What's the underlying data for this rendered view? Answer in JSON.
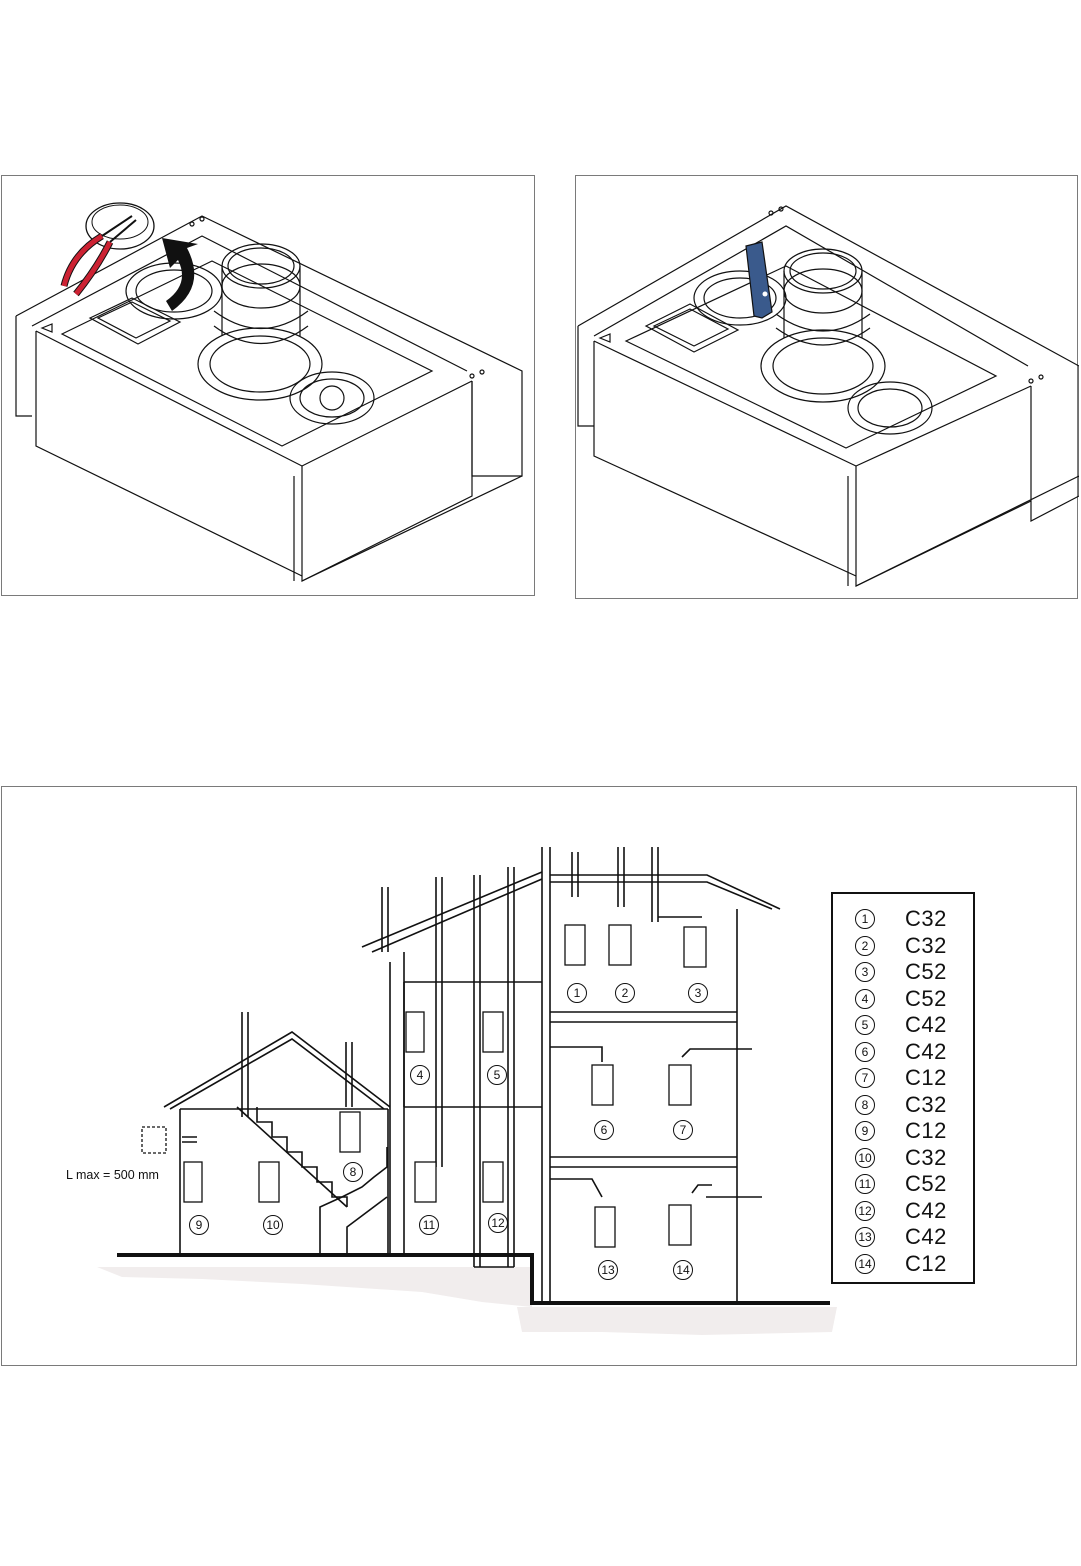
{
  "legend": {
    "rows": [
      {
        "num": "1",
        "code": "C32"
      },
      {
        "num": "2",
        "code": "C32"
      },
      {
        "num": "3",
        "code": "C52"
      },
      {
        "num": "4",
        "code": "C52"
      },
      {
        "num": "5",
        "code": "C42"
      },
      {
        "num": "6",
        "code": "C42"
      },
      {
        "num": "7",
        "code": "C12"
      },
      {
        "num": "8",
        "code": "C32"
      },
      {
        "num": "9",
        "code": "C12"
      },
      {
        "num": "10",
        "code": "C32"
      },
      {
        "num": "11",
        "code": "C52"
      },
      {
        "num": "12",
        "code": "C42"
      },
      {
        "num": "13",
        "code": "C42"
      },
      {
        "num": "14",
        "code": "C12"
      }
    ]
  },
  "callouts": [
    "1",
    "2",
    "3",
    "4",
    "5",
    "6",
    "7",
    "8",
    "9",
    "10",
    "11",
    "12",
    "13",
    "14"
  ],
  "dimension_label": "L max = 500 mm",
  "colors": {
    "line": "#111111",
    "frame": "#7a7a7a",
    "pliers_red": "#cc2233",
    "tool_blue": "#3a5a8c",
    "ground_shade": "#f1eded"
  }
}
